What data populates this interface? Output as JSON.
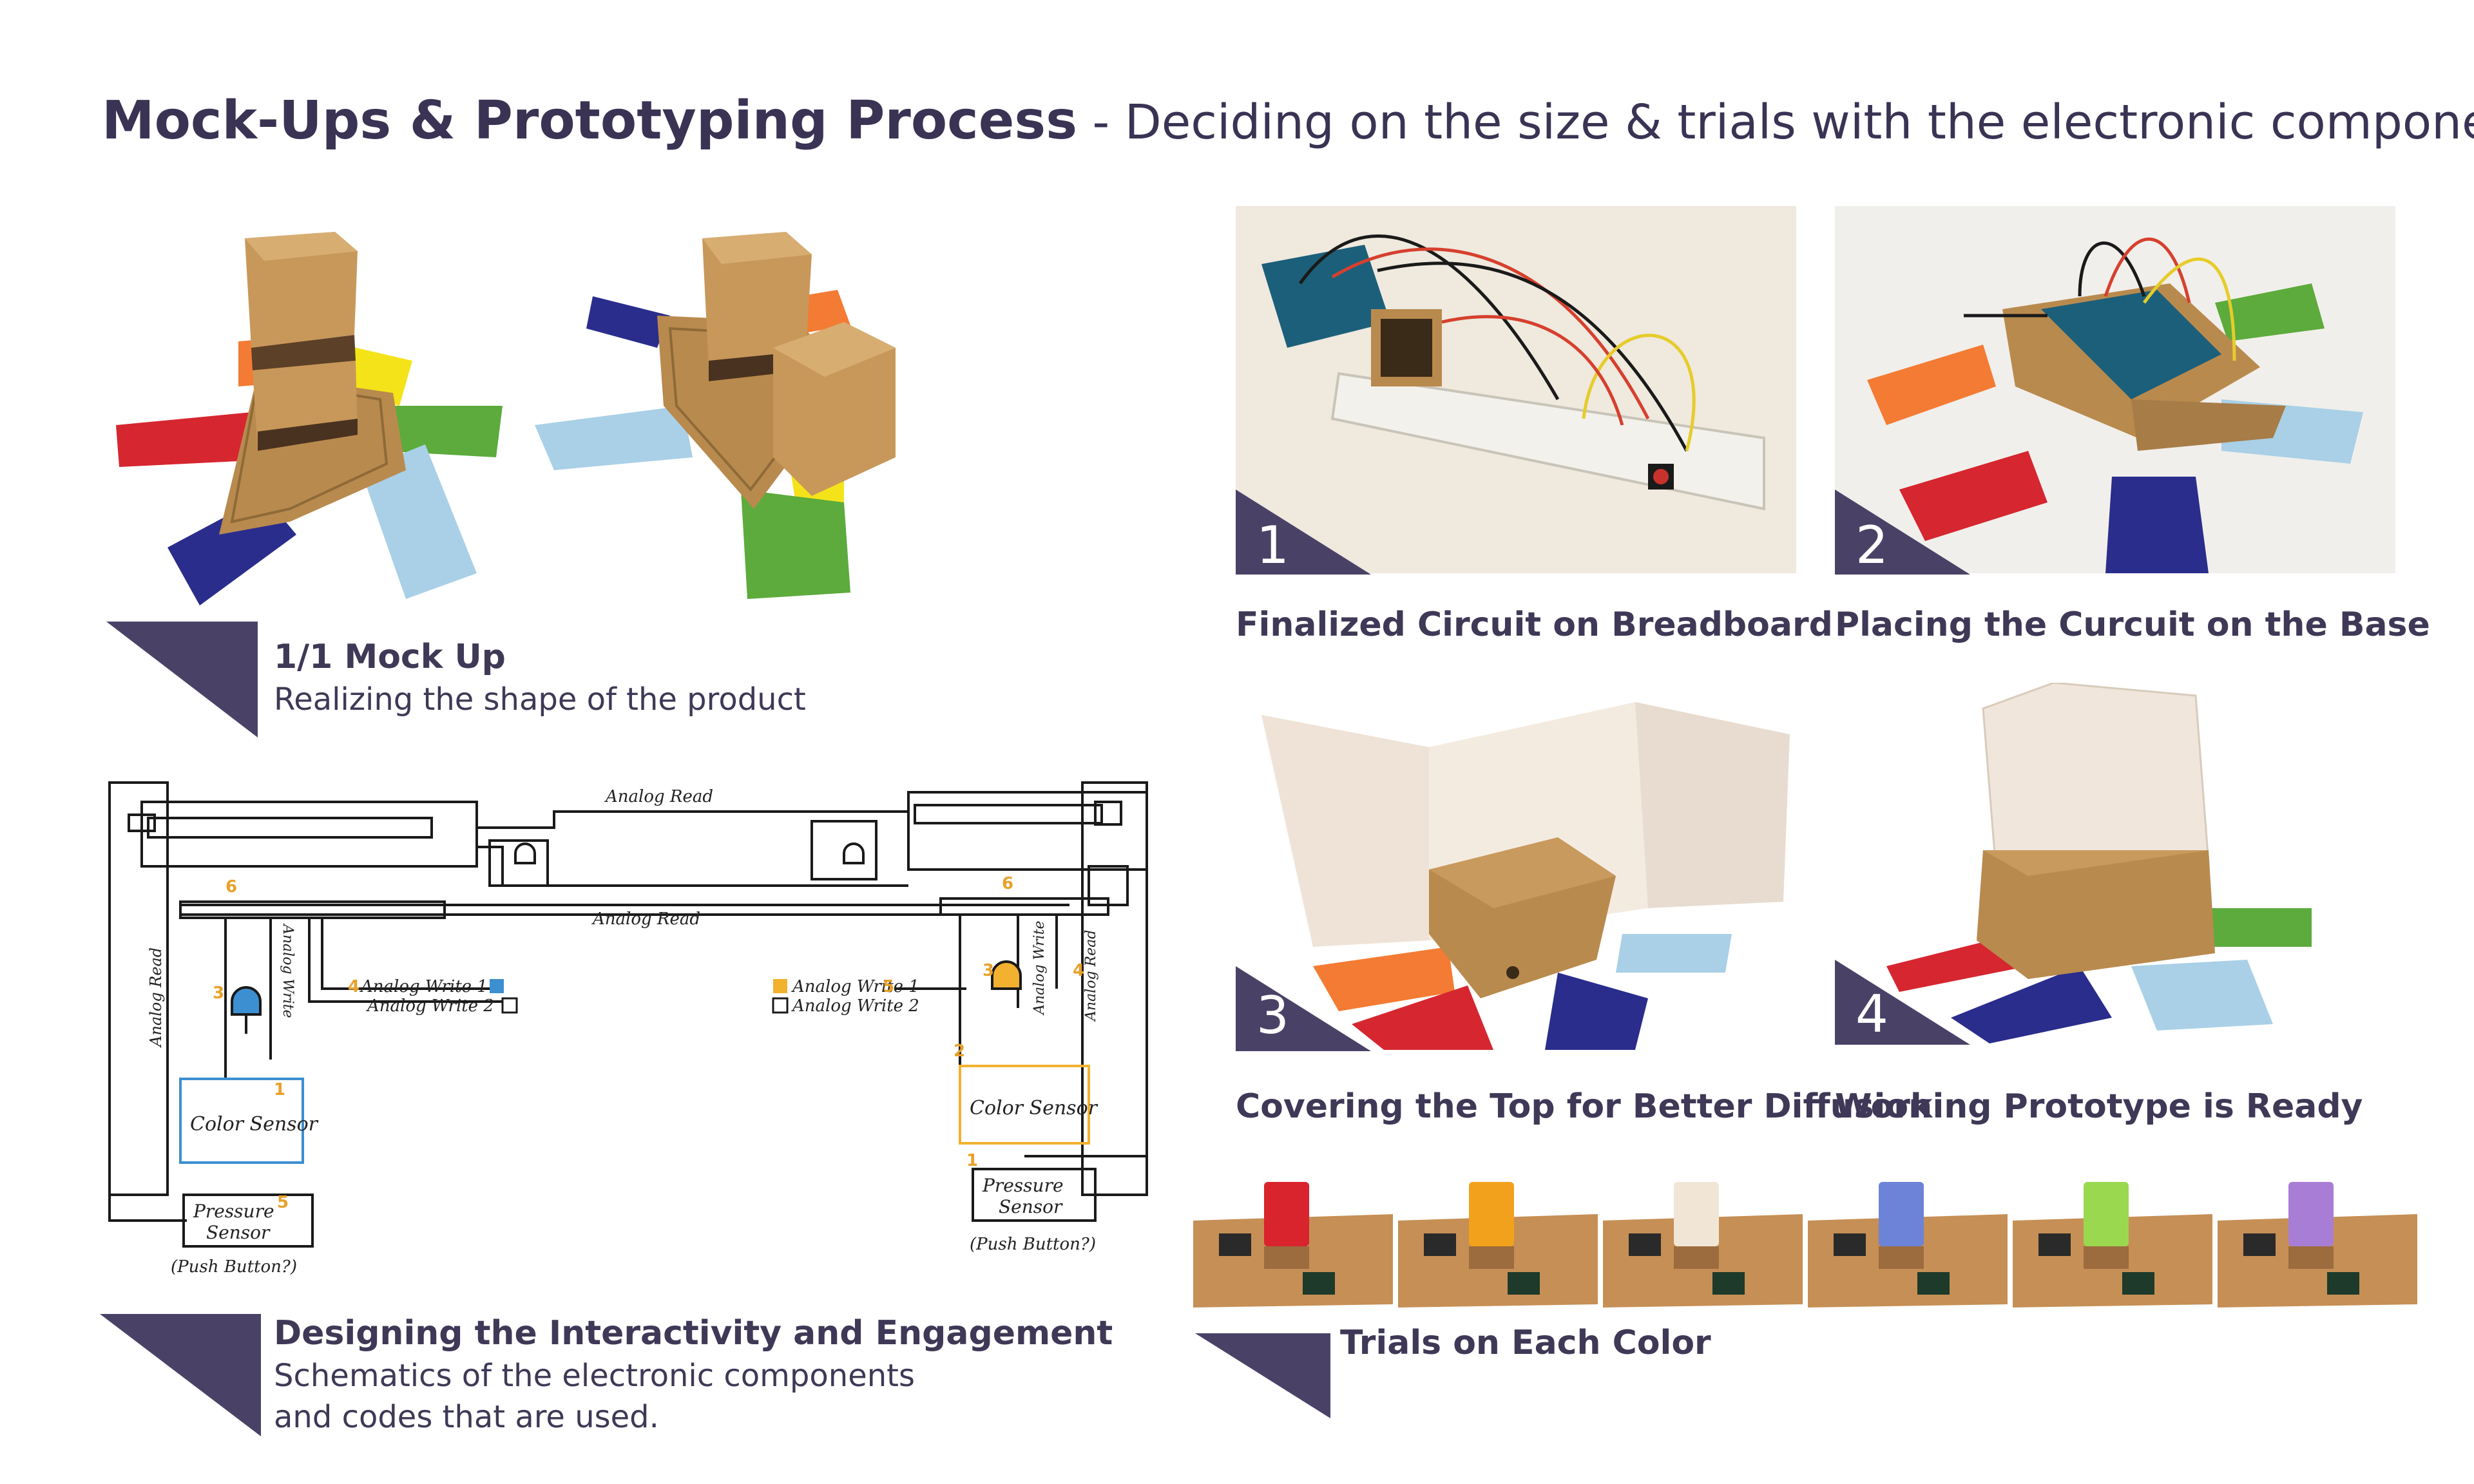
{
  "header": {
    "title_main": "Mock-Ups & Prototyping Process",
    "title_sub": " - Deciding on the size & trials with the electronic components"
  },
  "mockup": {
    "title": "1/1 Mock Up",
    "subtitle": "Realizing the shape of the product"
  },
  "schematic": {
    "title": "Designing the Interactivity and Engagement",
    "subtitle_line1": "Schematics of the electronic components",
    "subtitle_line2": "and codes that are used.",
    "labels": {
      "analog_read_top": "Analog Read",
      "analog_read_mid": "Analog Read",
      "analog_read_left": "Analog Read",
      "analog_write_left_v": "Analog Write",
      "analog_write_right_v": "Analog Write",
      "analog_read_right_v": "Analog Read",
      "aw1_left": "Analog Write 1",
      "aw2_left": "Analog Write 2",
      "aw1_right": "Analog Write 1",
      "aw2_right": "Analog Write 2",
      "color_sensor_left": "Color Sensor",
      "color_sensor_right": "Color Sensor",
      "pressure_left_1": "Pressure",
      "pressure_left_2": "Sensor",
      "push_left": "(Push Button?)",
      "pressure_right_1": "Pressure",
      "pressure_right_2": "Sensor",
      "push_right": "(Push Button?)",
      "n6_left": "6",
      "n6_right": "6",
      "n3_left": "3",
      "n4_left": "4",
      "n1_left": "1",
      "n5_left": "5",
      "n2_right": "2",
      "n1_right": "1",
      "n5_right": "5",
      "n3_right": "3",
      "n4_right": "4"
    }
  },
  "steps": [
    {
      "number": "1",
      "caption": "Finalized Circuit on Breadboard"
    },
    {
      "number": "2",
      "caption": "Placing the Curcuit on the Base"
    },
    {
      "number": "3",
      "caption": "Covering the Top for Better Diffusion"
    },
    {
      "number": "4",
      "caption": "Working Prototype is Ready"
    }
  ],
  "trials": {
    "caption": "Trials on Each Color",
    "lamp_colors": [
      "#d9232d",
      "#f2a11c",
      "#f1e6d6",
      "#6d83d8",
      "#9ad94f",
      "#a77dd6"
    ]
  },
  "colors": {
    "accent_triangle": "#4a4266",
    "paper_red": "#d62630",
    "paper_orange": "#f47b33",
    "paper_yellow": "#f5e31a",
    "paper_green": "#5cab3c",
    "paper_lightblue": "#a9d0e6",
    "paper_navy": "#2a2d8c",
    "cardboard": "#b98a4e"
  }
}
